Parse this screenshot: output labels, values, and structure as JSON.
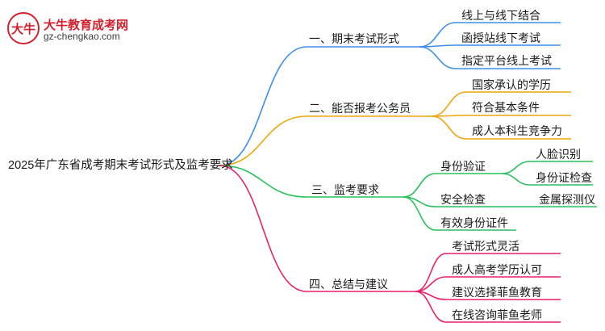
{
  "logo": {
    "name": "大牛教育成考网",
    "url": "gz-chengkao.com",
    "mark_text": "大牛"
  },
  "root": "2025年广东省成考期末考试形式及监考要求",
  "colors": {
    "branch1": "#3b8fe8",
    "branch2": "#f0a40c",
    "branch3": "#27c15a",
    "branch4": "#e8206e",
    "brand": "#d3202d"
  },
  "branches": [
    {
      "label": "一、期末考试形式",
      "children": [
        {
          "label": "线上与线下结合"
        },
        {
          "label": "函授站线下考试"
        },
        {
          "label": "指定平台线上考试"
        }
      ]
    },
    {
      "label": "二、能否报考公务员",
      "children": [
        {
          "label": "国家承认的学历"
        },
        {
          "label": "符合基本条件"
        },
        {
          "label": "成人本科生竞争力"
        }
      ]
    },
    {
      "label": "三、监考要求",
      "children": [
        {
          "label": "身份验证",
          "children": [
            {
              "label": "人脸识别"
            },
            {
              "label": "身份证检查"
            }
          ]
        },
        {
          "label": "安全检查",
          "children": [
            {
              "label": "金属探测仪"
            }
          ]
        },
        {
          "label": "有效身份证件"
        }
      ]
    },
    {
      "label": "四、总结与建议",
      "children": [
        {
          "label": "考试形式灵活"
        },
        {
          "label": "成人高考学历认可"
        },
        {
          "label": "建议选择菲鱼教育"
        },
        {
          "label": "在线咨询菲鱼老师"
        }
      ]
    }
  ]
}
